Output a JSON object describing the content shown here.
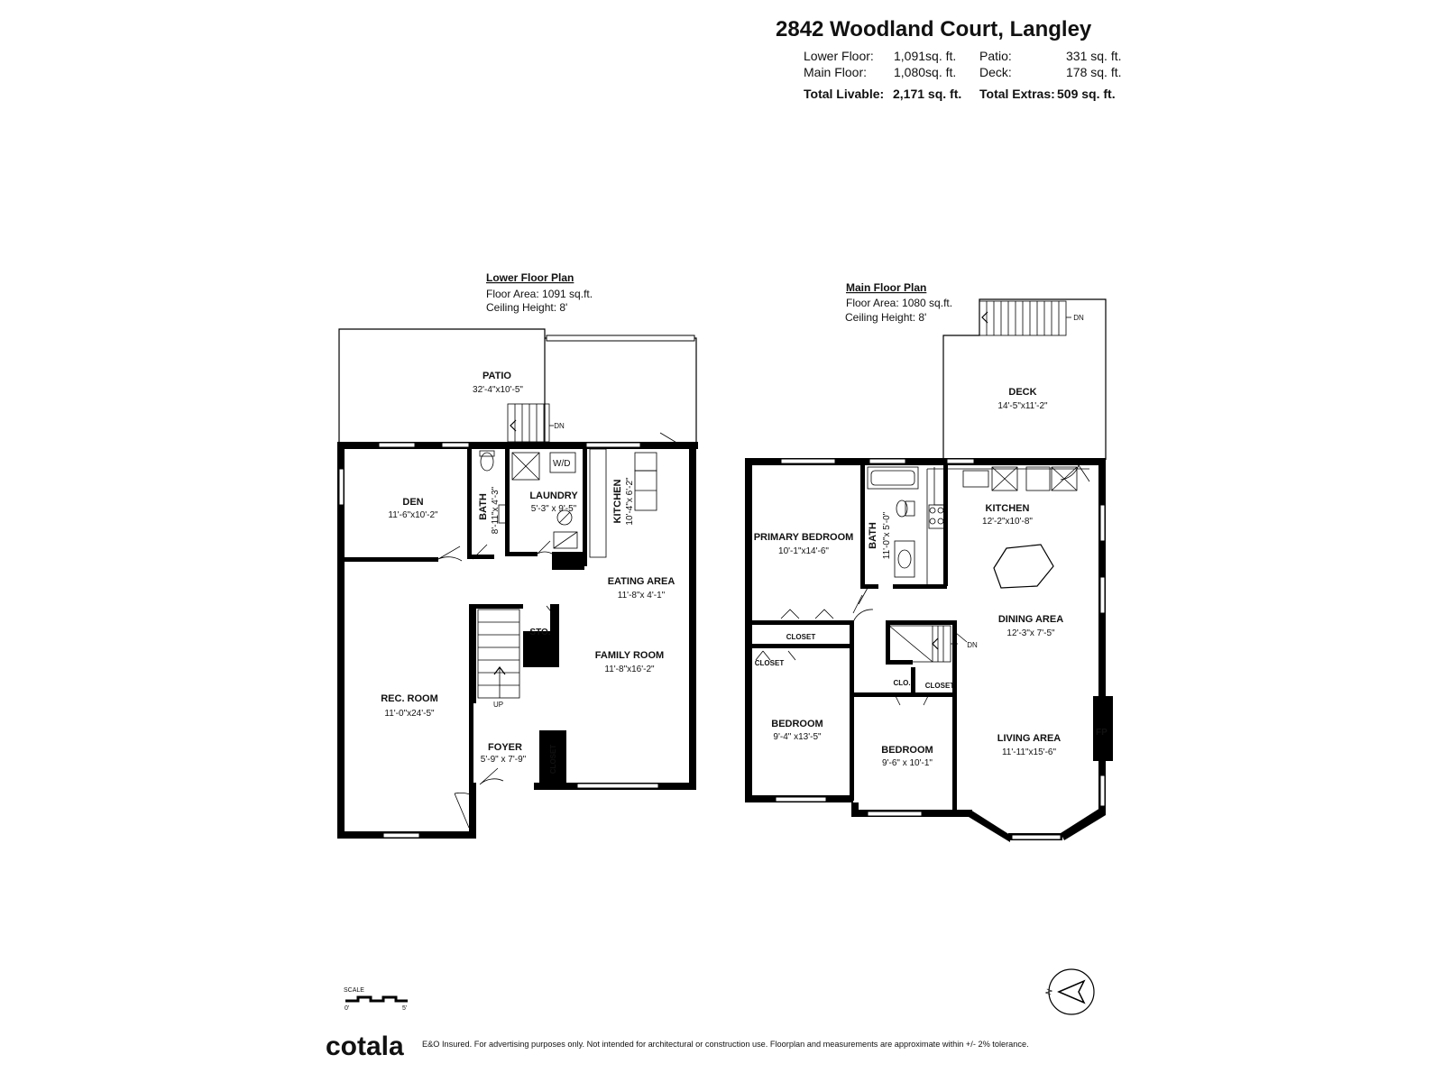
{
  "header": {
    "address": "2842 Woodland Court, Langley",
    "summary": {
      "lower_floor_label": "Lower Floor:",
      "lower_floor_value": "1,091sq. ft.",
      "patio_label": "Patio:",
      "patio_value": "331 sq. ft.",
      "main_floor_label": "Main Floor:",
      "main_floor_value": "1,080sq. ft.",
      "deck_label": "Deck:",
      "deck_value": "178 sq. ft.",
      "total_livable_label": "Total Livable:",
      "total_livable_value": "2,171 sq. ft.",
      "total_extras_label": "Total Extras:",
      "total_extras_value": "509 sq. ft."
    }
  },
  "lower_floor": {
    "title": "Lower Floor Plan",
    "area": "Floor Area: 1091 sq.ft.",
    "ceiling": "Ceiling Height: 8'",
    "rooms": {
      "patio": {
        "name": "PATIO",
        "dim": "32'-4\"x10'-5\""
      },
      "den": {
        "name": "DEN",
        "dim": "11'-6\"x10'-2\""
      },
      "bath": {
        "name": "BATH",
        "dim": "8'-11\"x 4'-3\""
      },
      "laundry": {
        "name": "LAUNDRY",
        "dim": "5'-3\" x 9'-5\""
      },
      "kitchen": {
        "name": "KITCHEN",
        "dim": "10'-4\"x 6'-2\""
      },
      "eating": {
        "name": "EATING AREA",
        "dim": "11'-8\"x 4'-1\""
      },
      "family": {
        "name": "FAMILY ROOM",
        "dim": "11'-8\"x16'-2\""
      },
      "rec": {
        "name": "REC. ROOM",
        "dim": "11'-0\"x24'-5\""
      },
      "foyer": {
        "name": "FOYER",
        "dim": "5'-9\" x 7'-9\""
      },
      "closet": "CLOSET",
      "sto": "STO.",
      "wd": "W/D",
      "up": "UP",
      "dn": "DN"
    }
  },
  "main_floor": {
    "title": "Main Floor Plan",
    "area": "Floor Area: 1080 sq.ft.",
    "ceiling": "Ceiling Height: 8'",
    "rooms": {
      "deck": {
        "name": "DECK",
        "dim": "14'-5\"x11'-2\""
      },
      "primary": {
        "name": "PRIMARY BEDROOM",
        "dim": "10'-1\"x14'-6\""
      },
      "bath": {
        "name": "BATH",
        "dim": "11'-0\"x 5'-0\""
      },
      "kitchen": {
        "name": "KITCHEN",
        "dim": "12'-2\"x10'-8\""
      },
      "dining": {
        "name": "DINING AREA",
        "dim": "12'-3\"x 7'-5\""
      },
      "bedroom1": {
        "name": "BEDROOM",
        "dim": "9'-4\" x13'-5\""
      },
      "bedroom2": {
        "name": "BEDROOM",
        "dim": "9'-6\" x 10'-1\""
      },
      "living": {
        "name": "LIVING AREA",
        "dim": "11'-11\"x15'-6\""
      },
      "closet": "CLOSET",
      "clo": "CLO.",
      "fp": "FP",
      "dn": "DN"
    }
  },
  "scale": {
    "label": "SCALE",
    "zero": "0'",
    "five": "5'"
  },
  "compass": {
    "label": "N"
  },
  "footer": {
    "brand": "cotala",
    "disclaimer": "E&O Insured. For advertising purposes only. Not intended for architectural or construction use. Floorplan and measurements are approximate within +/- 2% tolerance."
  }
}
